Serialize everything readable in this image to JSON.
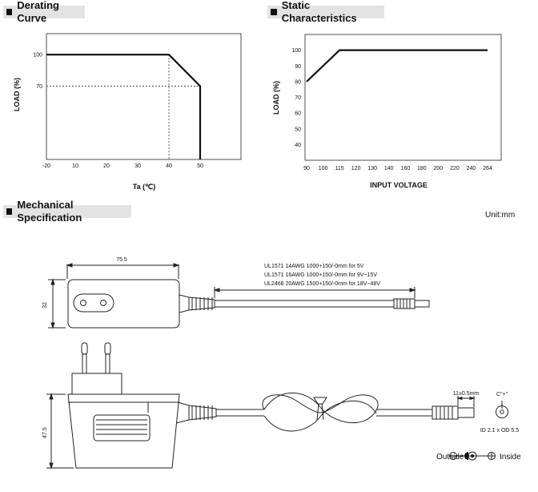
{
  "sections": {
    "derating": "Derating Curve",
    "static": "Static Characteristics",
    "mechanical": "Mechanical Specification"
  },
  "unit_label": "Unit:mm",
  "chart_data": [
    {
      "type": "line",
      "title": "Derating Curve",
      "xlabel": "Ta (℃)",
      "ylabel": "LOAD (%)",
      "xlim": [
        -20,
        65
      ],
      "ylim": [
        0,
        120
      ],
      "x_ticks": [
        -20,
        10,
        20,
        30,
        40,
        50
      ],
      "x_tick_labels": [
        "-20",
        "10",
        "20",
        "30",
        "40",
        "50"
      ],
      "y_ticks": [
        70,
        100
      ],
      "series": [
        {
          "x": [
            -20,
            40,
            50,
            50
          ],
          "y": [
            100,
            100,
            70,
            0
          ]
        }
      ],
      "reference_lines": [
        {
          "x": 40,
          "style": "dashed"
        },
        {
          "y": 70,
          "style": "dashed"
        }
      ]
    },
    {
      "type": "line",
      "title": "Static Characteristics",
      "xlabel": "INPUT VOLTAGE",
      "ylabel": "LOAD (%)",
      "x_categories": [
        "90",
        "100",
        "115",
        "120",
        "130",
        "140",
        "160",
        "180",
        "200",
        "220",
        "240",
        "264"
      ],
      "y_ticks": [
        40,
        50,
        60,
        70,
        80,
        90,
        100
      ],
      "ylim": [
        30,
        110
      ],
      "series": [
        {
          "x": [
            "90",
            "115",
            "264"
          ],
          "y": [
            80,
            100,
            100
          ]
        }
      ]
    }
  ],
  "mechanical": {
    "dim_width": "75.5",
    "dim_depth": "32",
    "dim_height": "47.5",
    "cable_specs": [
      "UL1571 14AWG 1000+150/-0mm for 5V",
      "UL1571 16AWG 1000+150/-0mm for 9V~15V",
      "UL2468 20AWG 1500+150/-0mm for 18V~48V"
    ],
    "plug_length": "11±0.5mm",
    "polarity_tip": "C\"+\"",
    "dc_plug_spec": "ID 2.1 x OD 5.5",
    "polarity_outside": "Outside",
    "polarity_inside": "Inside"
  }
}
